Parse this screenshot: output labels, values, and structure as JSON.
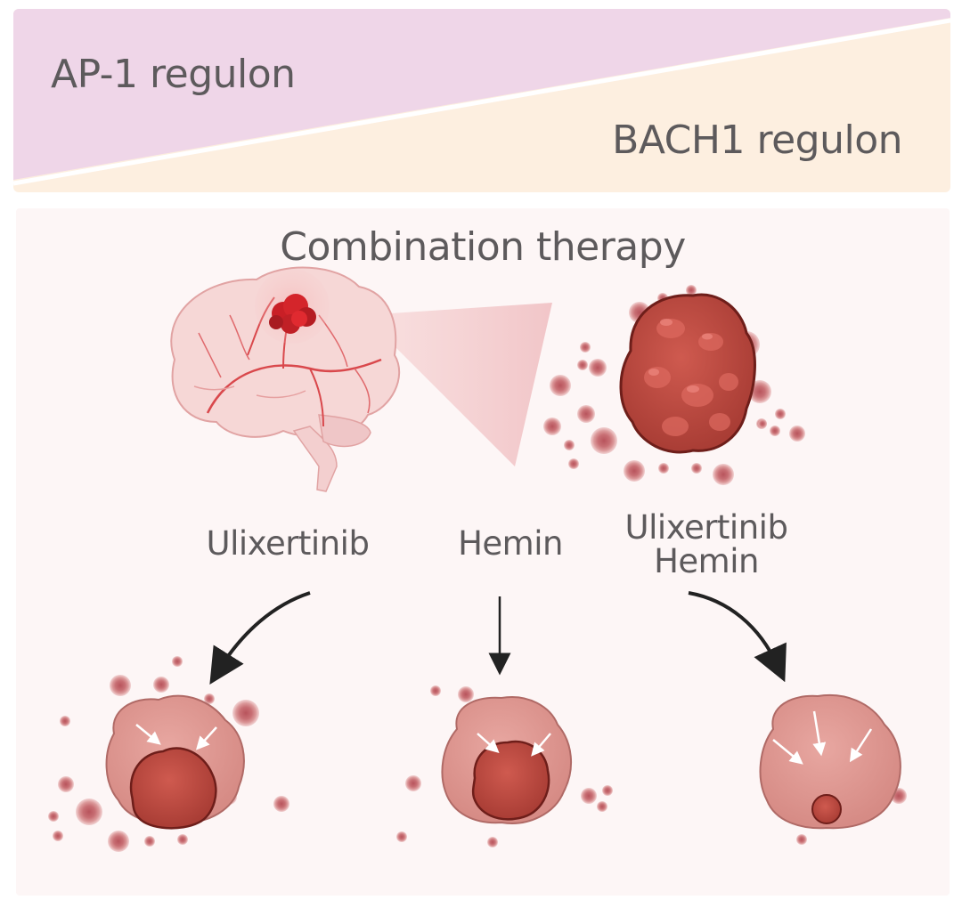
{
  "figure": {
    "top_panel": {
      "left_label": "AP-1 regulon",
      "right_label": "BACH1 regulon",
      "colors": {
        "ap1_fill": "#efd6e8",
        "bach1_fill": "#fdefe0",
        "divider": "#ffffff"
      }
    },
    "bottom_panel": {
      "title": "Combination therapy",
      "background": "#fdf6f6",
      "illustrations": {
        "brain": "brain-with-tumor-icon",
        "zoomed_tumor": "large-tumor-cluster-icon"
      },
      "treatments": [
        {
          "label": "Ulixertinib",
          "outcome": "moderate tumor core shrinkage",
          "arrow": "curved-left-arrow"
        },
        {
          "label": "Hemin",
          "outcome": "moderate tumor core shrinkage",
          "arrow": "straight-down-arrow"
        },
        {
          "label_line1": "Ulixertinib",
          "label_line2": "Hemin",
          "outcome": "strong tumor core shrinkage",
          "arrow": "curved-right-arrow"
        }
      ],
      "colors": {
        "tumor_dark": "#b8463f",
        "tumor_outline": "#6e1e1a",
        "tumor_light": "#d98c86",
        "satellite_cell": "#d48a8c",
        "brain_fill": "#f6d7d6",
        "vessel": "#d9484c",
        "arrow": "#222222"
      }
    }
  }
}
